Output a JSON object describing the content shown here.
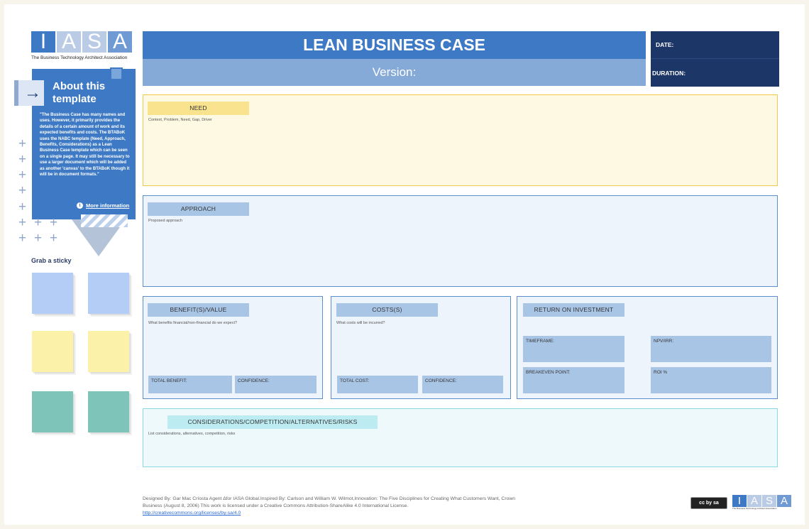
{
  "logo": {
    "letters": [
      "I",
      "A",
      "S",
      "A"
    ],
    "subtitle": "The Business Technology Architect Association",
    "colors": [
      "#3d79c4",
      "#b9cbe5",
      "#b9cbe5",
      "#6f9ad4"
    ]
  },
  "about": {
    "title": "About this template",
    "body": "\"The Business Case has many names and uses. However, it primarily provides the details of a certain amount of work and its expected benefits and costs. The BTABoK uses the NABC template (Need, Approach, Benefits, Considerations) as a Lean Business Case template which can be seen on a single page. It may still be necessary to use a larger document which will be added as another 'canvas' to the BTABoK though it will be in document formats.\"",
    "more_info": "More information",
    "arrow_icon": "arrow-right-icon",
    "info_icon": "info-circle-icon"
  },
  "stickies": {
    "label": "Grab a sticky",
    "colors": [
      "#b3cdf6",
      "#b3cdf6",
      "#fbf1a9",
      "#fbf1a9",
      "#7fc4b8",
      "#7fc4b8"
    ]
  },
  "header": {
    "title": "LEAN BUSINESS CASE",
    "version_label": "Version:",
    "date_label": "DATE:",
    "duration_label": "DURATION:"
  },
  "sections": {
    "need": {
      "label": "NEED",
      "hint": "Context, Problem, Need, Gap, Driver"
    },
    "approach": {
      "label": "APPROACH",
      "hint": "Proposed approach"
    },
    "benefit": {
      "label": "BENEFIT(S)/VALUE",
      "hint": "What benefits financial/non-financial do we expect?",
      "total_label": "TOTAL BENEFIT:",
      "confidence_label": "CONFIDENCE:"
    },
    "costs": {
      "label": "COSTS(S)",
      "hint": "What costs will be incurred?",
      "total_label": "TOTAL COST:",
      "confidence_label": "CONFIDENCE:"
    },
    "roi": {
      "label": "RETURN ON INVESTMENT",
      "timeframe_label": "TIMEFRAME:",
      "npv_label": "NPV/IRR:",
      "breakeven_label": "BREAKEVEN POINT:",
      "roi_label": "ROI %"
    },
    "considerations": {
      "label": "CONSIDERATIONS/COMPETITION/ALTERNATIVES/RISKS",
      "hint": "List considerations, alternatives, competition, risks"
    }
  },
  "footer": {
    "credits": "Designed By: Gar Mac Críosta Agent ∆for IASA Global.Inspired By: Carlson and William W. Wilmot,Innovation: The Five Disciplines for Creating What Customers Want, Crown Business (August 8, 2006) This work is licensed under a Creative Commons Attribution-ShareAlike 4.0 International License.",
    "link": "http://creativecommons.org/licenses/by-sa/4.0",
    "cc_badge": "cc by sa"
  },
  "colors": {
    "primary": "#3d79c4",
    "light_blue": "#86aad8",
    "navy": "#1d3668",
    "yellow": "#f2c94c",
    "cyan": "#8ad9e3"
  }
}
